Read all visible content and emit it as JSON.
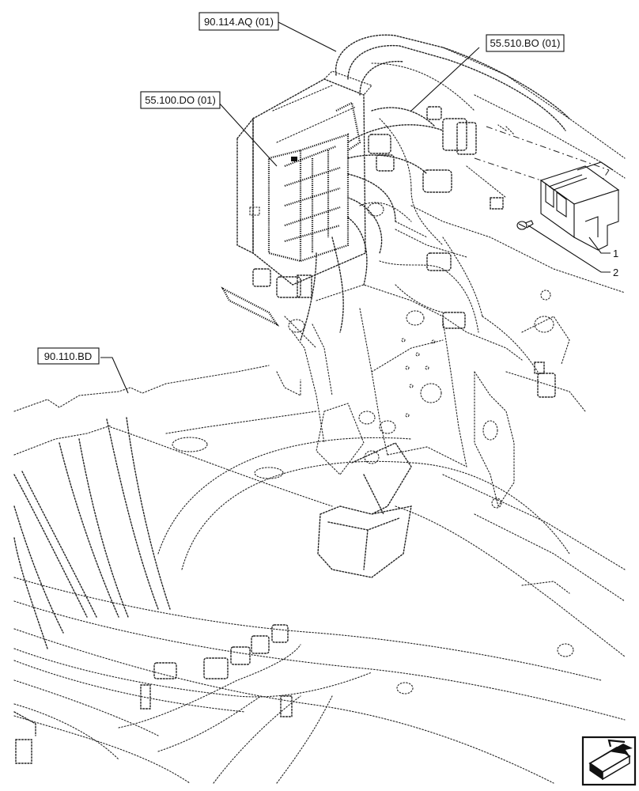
{
  "references": {
    "ref_top": "90.114.AQ (01)",
    "ref_right": "55.510.BO (01)",
    "ref_left": "55.100.DO (01)",
    "ref_floor": "90.110.BD"
  },
  "callouts": {
    "item_1": "1",
    "item_2": "2"
  },
  "icons": {
    "corner": "next-page-arrow-icon"
  }
}
